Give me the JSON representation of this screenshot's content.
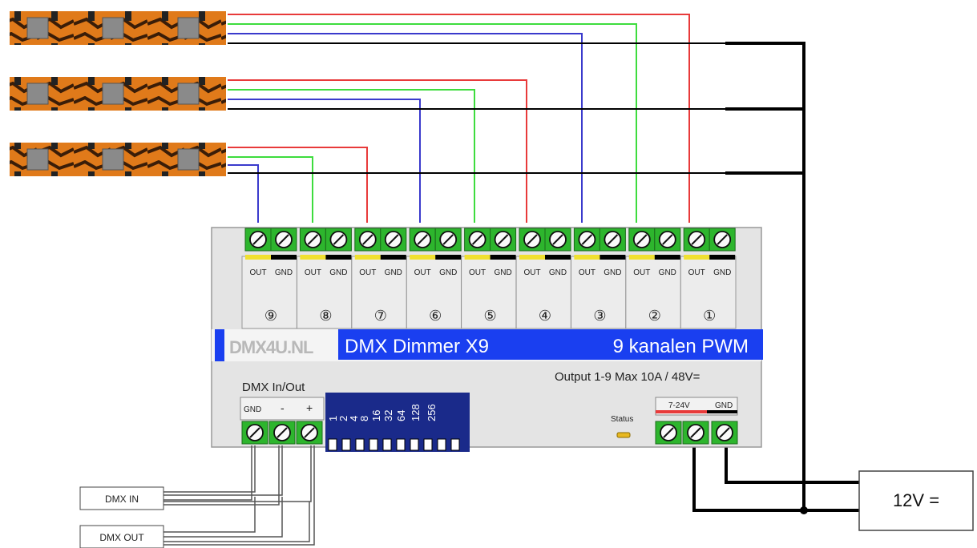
{
  "device": {
    "brand": "DMX4U.NL",
    "title_left": "DMX  Dimmer X9",
    "title_right": "9 kanalen PWM",
    "output_spec": "Output 1-9 Max 10A / 48V=",
    "dmx_section_label": "DMX In/Out",
    "dmx_pins": [
      "GND",
      "-",
      "+"
    ],
    "dip_values": [
      "1",
      "2",
      "4",
      "8",
      "16",
      "32",
      "64",
      "128",
      "256"
    ],
    "status_label": "Status",
    "power_label": "7-24V",
    "power_gnd_label": "GND",
    "channels": [
      {
        "number": "⑨",
        "out": "OUT",
        "gnd": "GND"
      },
      {
        "number": "⑧",
        "out": "OUT",
        "gnd": "GND"
      },
      {
        "number": "⑦",
        "out": "OUT",
        "gnd": "GND"
      },
      {
        "number": "⑥",
        "out": "OUT",
        "gnd": "GND"
      },
      {
        "number": "⑤",
        "out": "OUT",
        "gnd": "GND"
      },
      {
        "number": "④",
        "out": "OUT",
        "gnd": "GND"
      },
      {
        "number": "③",
        "out": "OUT",
        "gnd": "GND"
      },
      {
        "number": "②",
        "out": "OUT",
        "gnd": "GND"
      },
      {
        "number": "①",
        "out": "OUT",
        "gnd": "GND"
      }
    ]
  },
  "dmx_in_label": "DMX IN",
  "dmx_out_label": "DMX OUT",
  "power_supply_label": "12V =",
  "colors": {
    "red": "#e83a3a",
    "green": "#3ddc3d",
    "blue": "#3a3acc",
    "black": "#000000",
    "banner": "#1a3ff0",
    "terminal_green": "#2db52d",
    "dip_blue": "#1a2a8a"
  }
}
